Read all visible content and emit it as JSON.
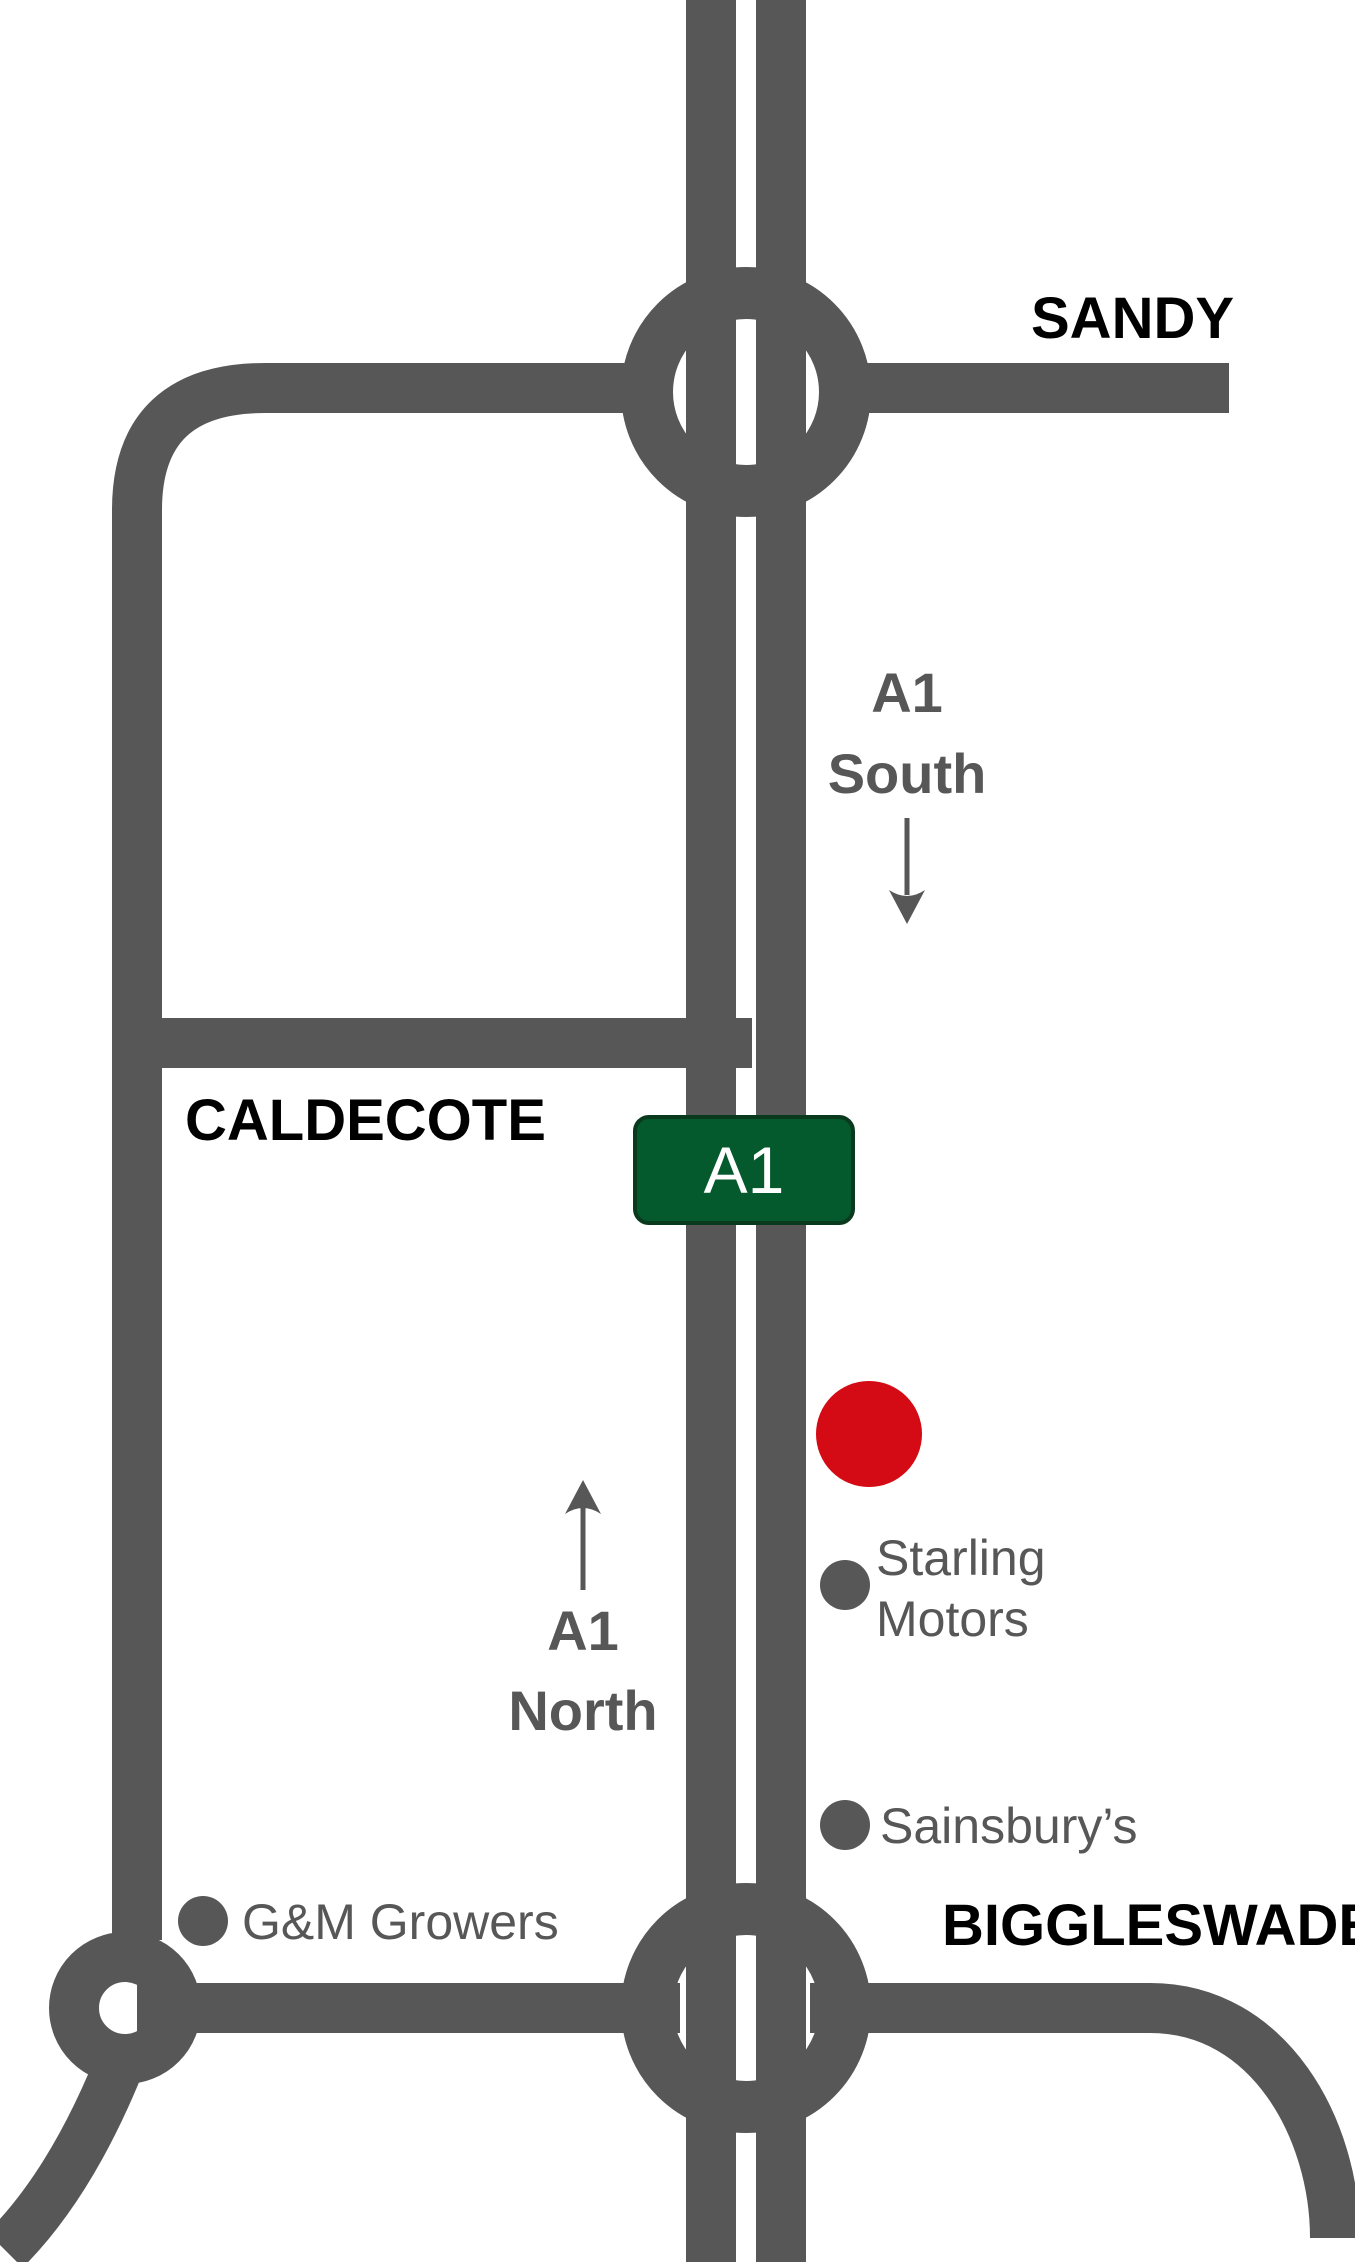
{
  "colors": {
    "road": "#575757",
    "background": "#ffffff",
    "shield_fill": "#045a2c",
    "shield_border": "#0a3a1e",
    "shield_text": "#ffffff",
    "marker": "#d40a14",
    "label_dark": "#000000",
    "label_grey": "#575757"
  },
  "places": {
    "sandy": "SANDY",
    "caldecote": "CALDECOTE",
    "biggleswade": "BIGGLESWADE"
  },
  "directions": {
    "south": {
      "line1": "A1",
      "line2": "South"
    },
    "north": {
      "line1": "A1",
      "line2": "North"
    }
  },
  "shield": {
    "label": "A1"
  },
  "pois": {
    "starling": {
      "line1": "Starling",
      "line2": "Motors"
    },
    "sainsburys": "Sainsbury’s",
    "gm_growers": "G&M Growers"
  },
  "icons": {
    "destination": "map-pin-marker-icon",
    "poi": "dot-icon",
    "arrow": "arrow-icon"
  }
}
